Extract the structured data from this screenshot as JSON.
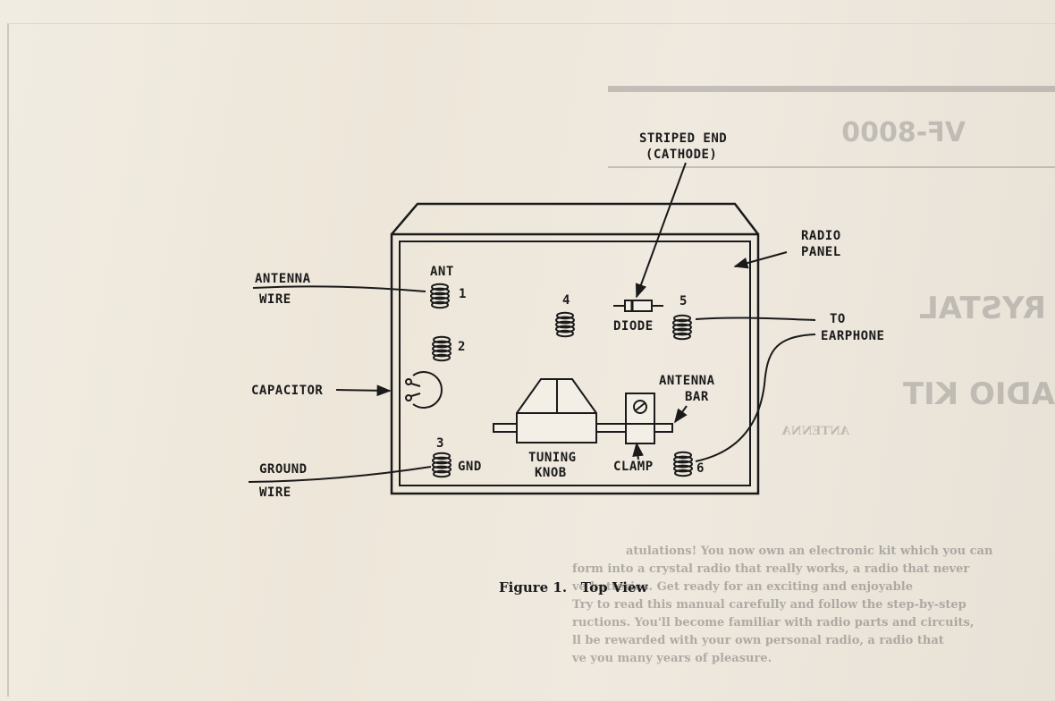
{
  "labels": {
    "striped_end": "STRIPED END",
    "cathode": "(CATHODE)",
    "radio": "RADIO",
    "panel": "PANEL",
    "antenna_wire_1": "ANTENNA",
    "antenna_wire_2": "WIRE",
    "ant": "ANT",
    "n1": "1",
    "n2": "2",
    "n3": "3",
    "n4": "4",
    "n5": "5",
    "n6": "6",
    "diode": "DIODE",
    "to": "TO",
    "earphone": "EARPHONE",
    "capacitor": "CAPACITOR",
    "antenna_bar_1": "ANTENNA",
    "antenna_bar_2": "BAR",
    "gnd": "GND",
    "ground_wire_1": "GROUND",
    "ground_wire_2": "WIRE",
    "tuning_1": "TUNING",
    "tuning_2": "KNOB",
    "clamp": "CLAMP"
  },
  "caption": "Figure 1.   Top View",
  "bleed_through": {
    "model": "VF-8000",
    "crystal": "RYSTAL",
    "radio_kit": "ADIO KIT",
    "antenna": "ANTENNA",
    "paragraph": [
      "atulations!  You now own an electronic kit which you can",
      "form into a crystal radio that really works, a radio that never",
      "ve batteries.  Get ready for an exciting and enjoyable",
      "  Try to read this manual carefully and follow the step-by-step",
      "ructions.  You'll become familiar with radio parts and circuits,",
      "ll be rewarded with your own personal radio, a radio that",
      "ve you many years of pleasure."
    ]
  },
  "colors": {
    "ink": "#1a1a1a",
    "paper": "#efe9df",
    "bleed": "#555555"
  }
}
